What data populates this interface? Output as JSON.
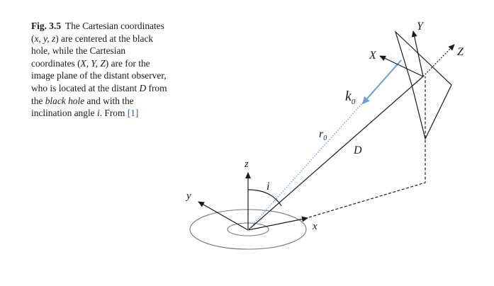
{
  "caption": {
    "fig_label": "Fig. 3.5",
    "seg1": "The Cartesian coordinates (",
    "coords_small": "x, y, z",
    "seg2": ") are centered at the black hole, while the Cartesian coordinates (",
    "coords_big": "X, Y, Z",
    "seg3": ") are for the image plane of the distant observer, who is located at the distant ",
    "dist": "D",
    "seg4": " from the ",
    "bh": "black hole",
    "seg5": " and with the inclination angle ",
    "angle": "i",
    "seg6": ". From ",
    "ref": "[1]"
  },
  "diagram": {
    "labels": {
      "z": "z",
      "y": "y",
      "x": "x",
      "i": "i",
      "r0": "r",
      "r0_sub": "0",
      "D": "D",
      "k0": "k",
      "k0_sub": "0",
      "X": "X",
      "Y": "Y",
      "Z": "Z"
    },
    "colors": {
      "line": "#1a1a1a",
      "ray": "#6f9fd6",
      "disk": "#777777"
    }
  }
}
